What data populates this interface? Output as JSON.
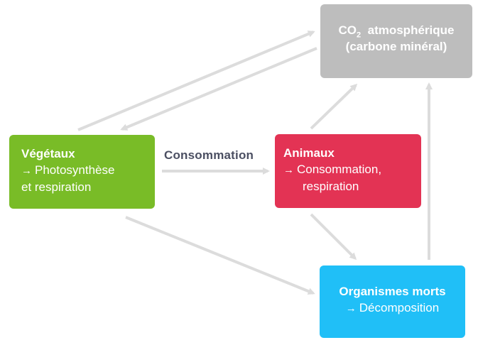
{
  "co2": {
    "title_pre": "CO",
    "title_sub": "2",
    "title_post": "atmosphérique",
    "subtitle": "(carbone minéral)"
  },
  "vegetaux": {
    "title": "Végétaux",
    "arrow": "→",
    "line1": "Photosynthèse",
    "line2": "et respiration"
  },
  "animaux": {
    "title": "Animaux",
    "arrow": "→",
    "line1": "Consommation,",
    "line2": "respiration"
  },
  "morts": {
    "title": "Organismes morts",
    "arrow": "→",
    "line1": "Décomposition"
  },
  "edge_label": "Consommation",
  "colors": {
    "co2": "#bdbdbd",
    "vegetaux": "#79bc27",
    "animaux": "#e33354",
    "morts": "#20bff7",
    "arrow": "#dcdcdc",
    "label": "#4b4f62"
  }
}
